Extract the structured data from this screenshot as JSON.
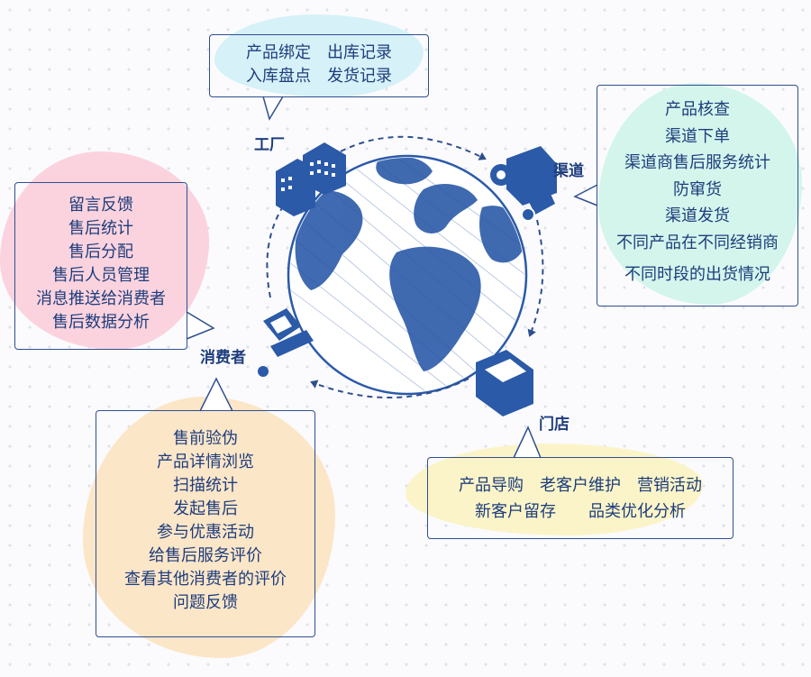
{
  "nodes": {
    "factory": {
      "label": "工厂",
      "items": [
        "产品绑定　出库记录",
        "入库盘点　发货记录"
      ]
    },
    "channel": {
      "label": "渠道",
      "items": [
        "产品核查",
        "渠道下单",
        "渠道商售后服务统计",
        "防窜货",
        "渠道发货",
        "不同产品在不同经销商",
        "不同时段的出货情况"
      ]
    },
    "store": {
      "label": "门店",
      "items": [
        "产品导购　老客户维护　营销活动",
        "新客户留存　　品类优化分析"
      ]
    },
    "consumer": {
      "label": "消费者",
      "items": [
        "售前验伪",
        "产品详情浏览",
        "扫描统计",
        "发起售后",
        "参与优惠活动",
        "给售后服务评价",
        "查看其他消费者的评价",
        "问题反馈"
      ]
    },
    "service": {
      "items": [
        "留言反馈",
        "售后统计",
        "售后分配",
        "售后人员管理",
        "消息推送给消费者",
        "售后数据分析"
      ]
    }
  },
  "colors": {
    "line": "#2f4f8f",
    "globe": "#2b5aa8",
    "blob_factory": "#d6f1f8",
    "blob_channel": "#d4f5ec",
    "blob_store": "#fbf4c8",
    "blob_consumer": "#fce6c8",
    "blob_service": "#fbd3de"
  }
}
